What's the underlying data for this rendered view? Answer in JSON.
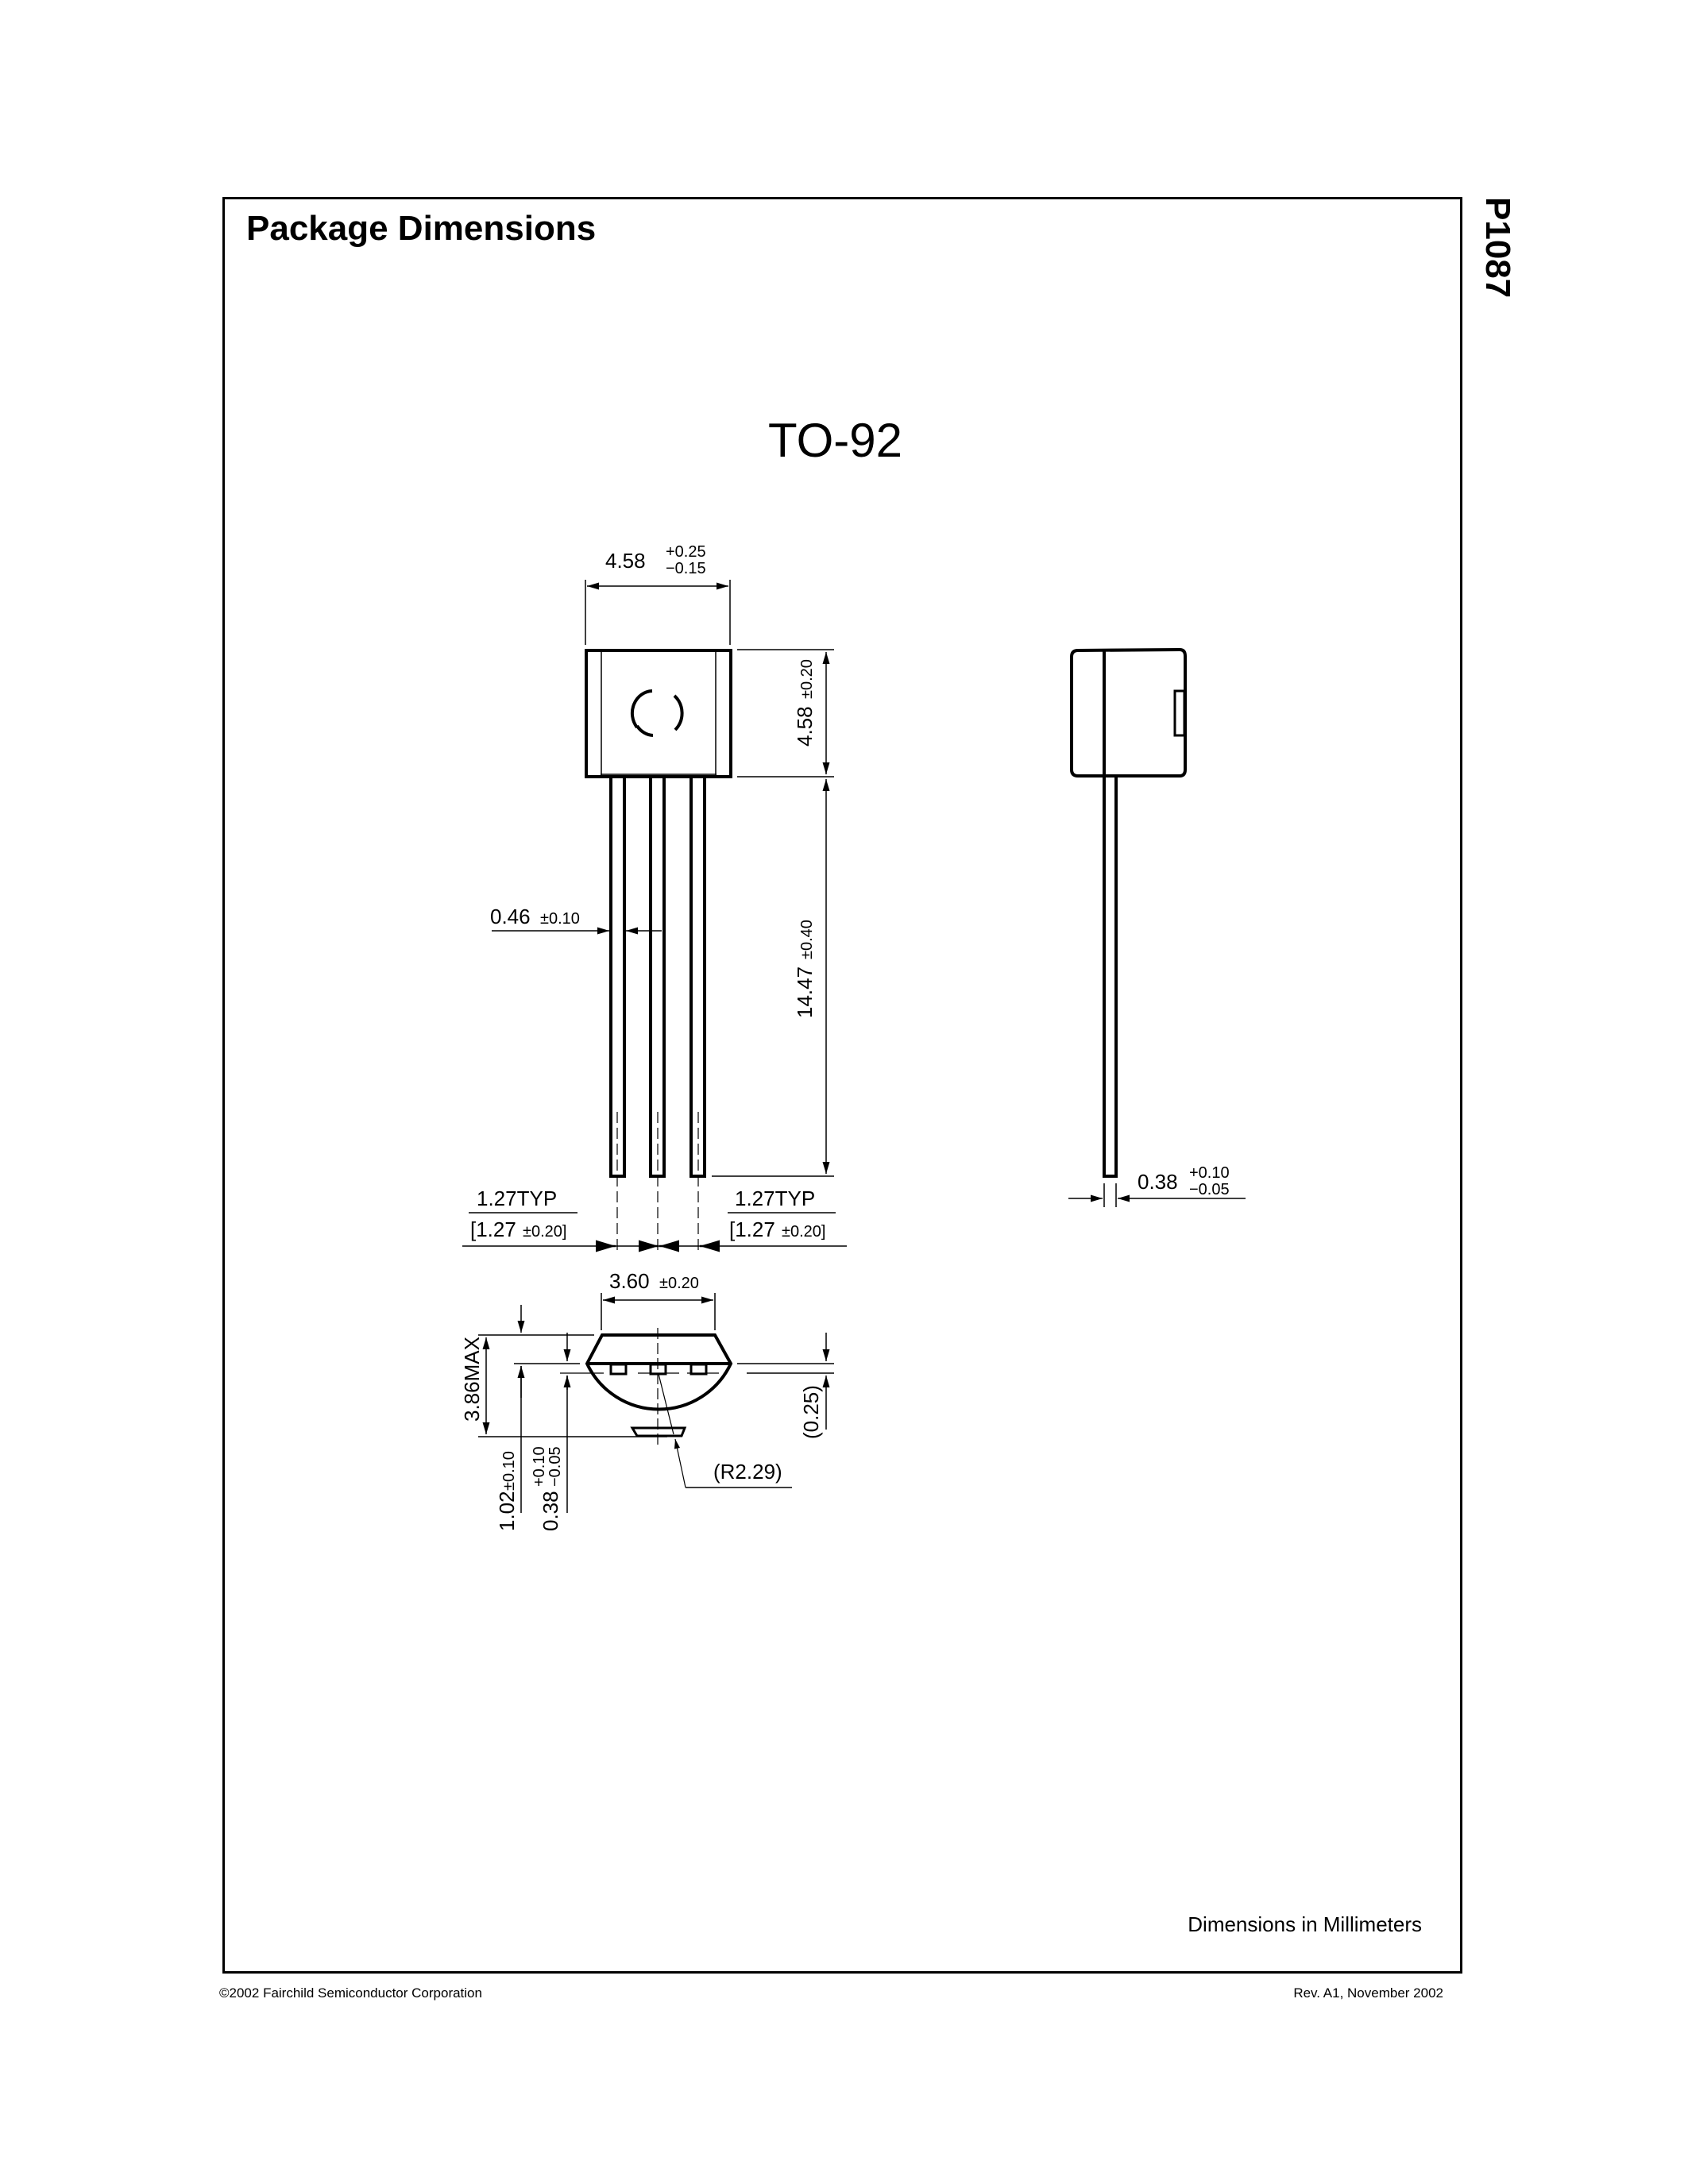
{
  "page": {
    "title": "Package Dimensions",
    "part_number": "P1087",
    "package_name": "TO-92",
    "units_note": "Dimensions in Millimeters",
    "footer_left": "©2002 Fairchild Semiconductor Corporation",
    "footer_right": "Rev. A1, November 2002"
  },
  "front_view": {
    "body_width": {
      "value": "4.58",
      "tol_plus": "+0.25",
      "tol_minus": "−0.15"
    },
    "body_height": {
      "value": "4.58",
      "tol": "±0.20"
    },
    "lead_length": {
      "value": "14.47",
      "tol": "±0.40"
    },
    "lead_width": {
      "value": "0.46",
      "tol": "±0.10"
    },
    "pitch_left": {
      "typ": "1.27TYP",
      "value": "[1.27",
      "tol": "±0.20]"
    },
    "pitch_right": {
      "typ": "1.27TYP",
      "value": "[1.27",
      "tol": "±0.20]"
    }
  },
  "side_view": {
    "lead_thickness": {
      "value": "0.38",
      "tol_plus": "+0.10",
      "tol_minus": "−0.05"
    }
  },
  "bottom_view": {
    "flat_width": {
      "value": "3.60",
      "tol": "±0.20"
    },
    "depth": {
      "value": "3.86MAX"
    },
    "offset": {
      "value": "1.02",
      "tol": "±0.10"
    },
    "lead_thk": {
      "value": "0.38",
      "tol_plus": "+0.10",
      "tol_minus": "−0.05"
    },
    "gap": {
      "value": "(0.25)"
    },
    "radius": {
      "value": "(R2.29)"
    }
  }
}
